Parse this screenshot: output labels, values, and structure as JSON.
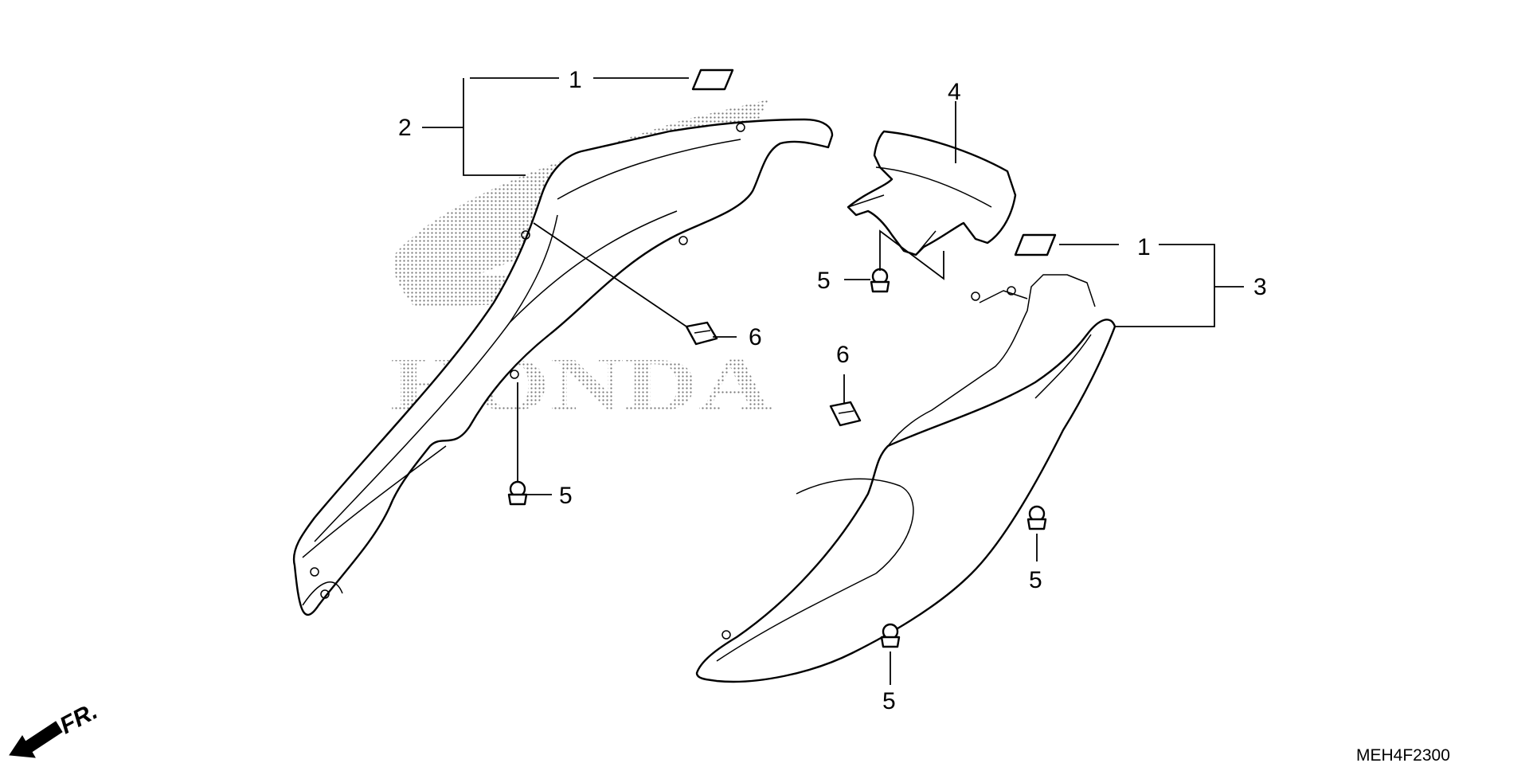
{
  "diagram": {
    "drawing_code": "MEH4F2300",
    "front_indicator": "FR.",
    "watermark_logo": "HONDA",
    "colors": {
      "line": "#000000",
      "background": "#ffffff",
      "watermark": "#8a8a8a"
    },
    "callouts": [
      {
        "id": "callout-1-left",
        "label": "1"
      },
      {
        "id": "callout-2",
        "label": "2"
      },
      {
        "id": "callout-4",
        "label": "4"
      },
      {
        "id": "callout-1-right",
        "label": "1"
      },
      {
        "id": "callout-3",
        "label": "3"
      },
      {
        "id": "callout-5-top",
        "label": "5"
      },
      {
        "id": "callout-6-left",
        "label": "6"
      },
      {
        "id": "callout-6-right",
        "label": "6"
      },
      {
        "id": "callout-5-left",
        "label": "5"
      },
      {
        "id": "callout-5-right",
        "label": "5"
      },
      {
        "id": "callout-5-bottom",
        "label": "5"
      }
    ]
  }
}
